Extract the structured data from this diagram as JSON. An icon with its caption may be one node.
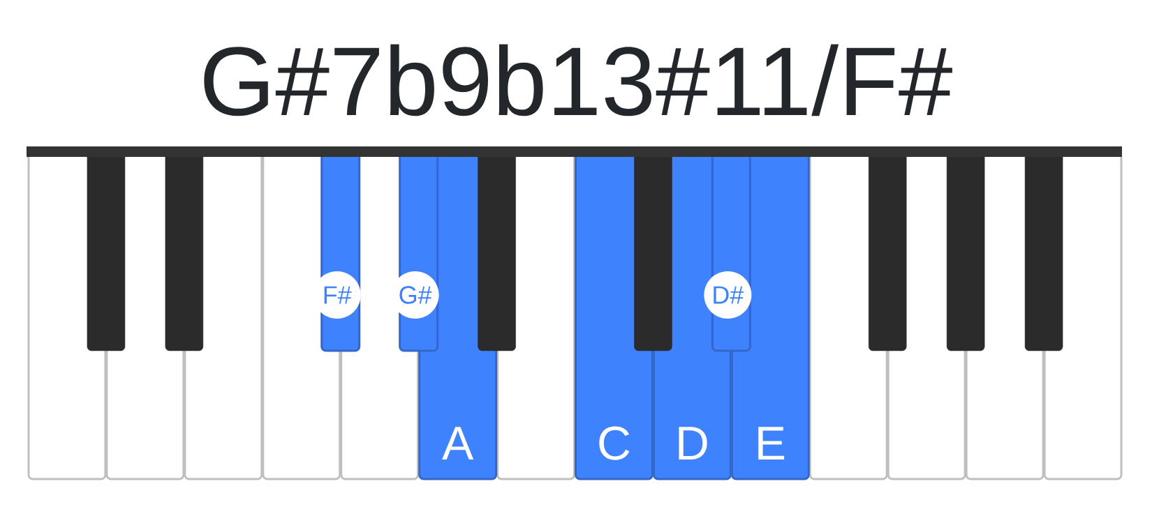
{
  "diagram": {
    "title": "G#7b9b13#11/F#",
    "nodes": [
      {
        "text": [],
        "shape": "picture"
      },
      {
        "text": [],
        "shape": "box",
        "in": 0
      },
      {
        "text": [
          "F#"
        ],
        "in": 0
      },
      {
        "text": [],
        "shape": "box",
        "in": 0
      },
      {
        "text": [
          "G#"
        ],
        "in": 0
      },
      {
        "text": [
          "A"
        ],
        "in": 0
      },
      {
        "text": [
          "C"
        ],
        "in": 0
      },
      {
        "text": [
          "D"
        ],
        "in": 0
      },
      {
        "text": [],
        "shape": "box",
        "in": 0
      },
      {
        "text": [
          "D#"
        ],
        "in": 0
      },
      {
        "text": [
          "E"
        ],
        "in": 0
      }
    ]
  }
}
